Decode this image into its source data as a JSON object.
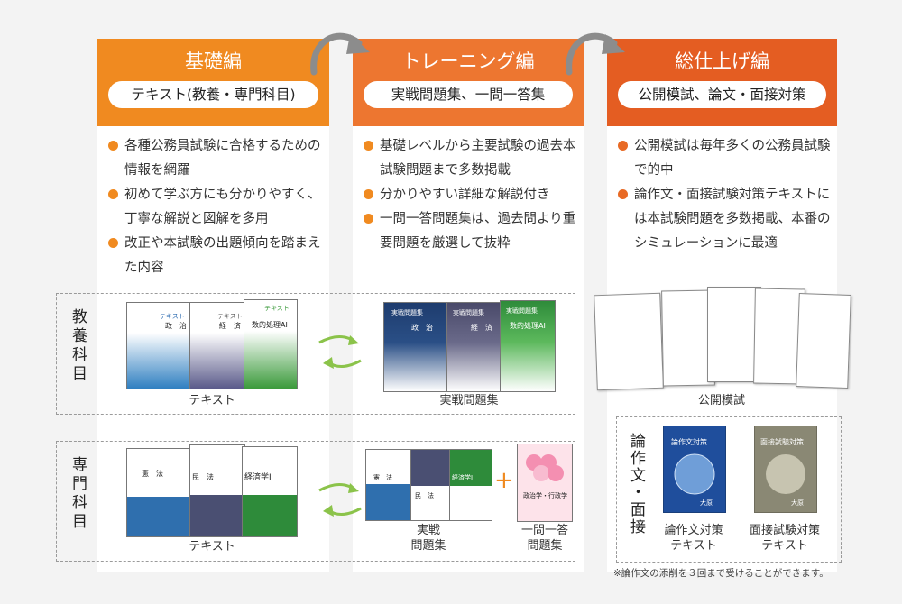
{
  "columns": [
    {
      "title": "基礎編",
      "subtitle": "テキスト(教養・専門科目)",
      "bullets": [
        "各種公務員試験に合格するための情報を網羅",
        "初めて学ぶ方にも分かりやすく、丁寧な解説と図解を多用",
        "改正や本試験の出題傾向を踏まえた内容"
      ]
    },
    {
      "title": "トレーニング編",
      "subtitle": "実戦問題集、一問一答集",
      "bullets": [
        "基礎レベルから主要試験の過去本試験問題まで多数掲載",
        "分かりやすい詳細な解説付き",
        "一問一答問題集は、過去問より重要問題を厳選して抜粋"
      ]
    },
    {
      "title": "総仕上げ編",
      "subtitle": "公開模試、論文・面接対策",
      "bullets": [
        "公開模試は毎年多くの公務員試験で的中",
        "論作文・面接試験対策テキストには本試験問題を多数掲載、本番のシミュレーションに最適"
      ]
    }
  ],
  "rows": {
    "general": "教養科目",
    "specialized": "専門科目"
  },
  "general_books": {
    "text": [
      {
        "label": "テキスト",
        "title": "政　治"
      },
      {
        "label": "テキスト",
        "title": "経　済"
      },
      {
        "label": "テキスト",
        "title": "数的処理AⅠ"
      }
    ],
    "drill": [
      {
        "label": "実戦問題集",
        "title": "政　治"
      },
      {
        "label": "実戦問題集",
        "title": "経　済"
      },
      {
        "label": "実戦問題集",
        "title": "数的処理AⅠ"
      }
    ]
  },
  "specialized_books": {
    "text": [
      {
        "title": "憲　法"
      },
      {
        "title": "民　法"
      },
      {
        "title": "経済学Ⅰ"
      }
    ],
    "drill": [
      {
        "title": "憲　法"
      },
      {
        "title": "民　法"
      },
      {
        "title": "経済学Ⅰ"
      }
    ],
    "qa": {
      "title": "政治学・行政学"
    }
  },
  "captions": {
    "general_text": "テキスト",
    "general_drill": "実戦問題集",
    "spec_text": "テキスト",
    "spec_drill_1": "実戦",
    "spec_drill_2": "問題集",
    "spec_qa_1": "一問一答",
    "spec_qa_2": "問題集",
    "mock": "公開模試",
    "essay_1": "論作文対策",
    "essay_2": "テキスト",
    "interview_1": "面接試験対策",
    "interview_2": "テキスト"
  },
  "essay_label": "論作文・面接",
  "essay_books": {
    "essay": "論作文対策",
    "interview": "面接試験対策",
    "publisher": "大原"
  },
  "footnote": "※論作文の添削を３回まで受けることができます。",
  "colors": {
    "orange1": "#f08a20",
    "orange2": "#ed7630",
    "orange3": "#e45d22",
    "green": "#8bc34a",
    "navy": "#1f3f6b"
  }
}
